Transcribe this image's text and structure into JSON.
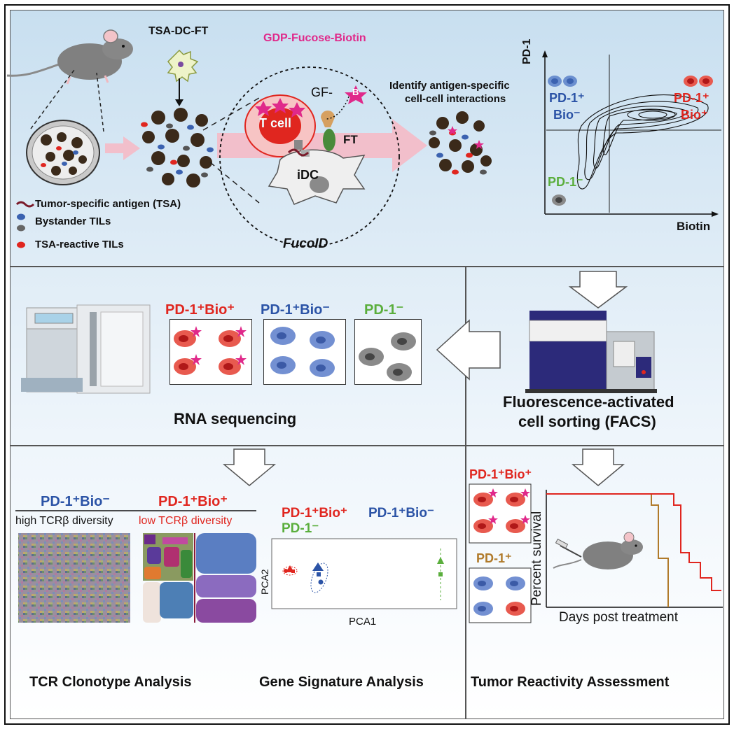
{
  "top": {
    "tsa_dc_ft": "TSA-DC-FT",
    "gdp_label": "GDP-Fucose-Biotin",
    "gf": "GF-",
    "b": "B",
    "tcell": "T cell",
    "ft": "FT",
    "idc": "iDC",
    "fucoid": "FucoID",
    "identify_line1": "Identify antigen-specific",
    "identify_line2": "cell-cell interactions",
    "legend_tsa": "Tumor-specific antigen (TSA)",
    "legend_bystander": "Bystander TILs",
    "legend_reactive": "TSA-reactive TILs"
  },
  "facs_plot": {
    "y_axis": "PD-1",
    "x_axis": "Biotin",
    "q_tl": "PD-1⁺ Bio⁻",
    "q_tl_line1": "PD-1⁺",
    "q_tl_line2": "Bio⁻",
    "q_tr_line1": "PD-1⁺",
    "q_tr_line2": "Bio⁺",
    "q_bl": "PD-1⁻"
  },
  "middle": {
    "grp1": "PD-1⁺Bio⁺",
    "grp2": "PD-1⁺Bio⁻",
    "grp3": "PD-1⁻",
    "rna": "RNA sequencing",
    "facs_line1": "Fluorescence-activated",
    "facs_line2": "cell sorting (FACS)"
  },
  "bottom": {
    "tcr_grp1": "PD-1⁺Bio⁻",
    "tcr_grp2": "PD-1⁺Bio⁺",
    "high_div": "high TCRβ diversity",
    "low_div": "low TCRβ diversity",
    "pca_grp1": "PD-1⁺Bio⁺",
    "pca_grp2": "PD-1⁺Bio⁻",
    "pca_grp3": "PD-1⁻",
    "pca_y": "PCA2",
    "pca_x": "PCA1",
    "surv_grp1": "PD-1⁺Bio⁺",
    "surv_grp2": "PD-1⁺",
    "surv_y": "Percent survival",
    "surv_x": "Days post treatment",
    "title_tcr": "TCR Clonotype Analysis",
    "title_gene": "Gene Signature Analysis",
    "title_tumor": "Tumor Reactivity Assessment"
  },
  "colors": {
    "red": "#e0261f",
    "blue": "#2b53a6",
    "green": "#5aae3c",
    "magenta": "#e0298a",
    "brown": "#b07a2a"
  }
}
